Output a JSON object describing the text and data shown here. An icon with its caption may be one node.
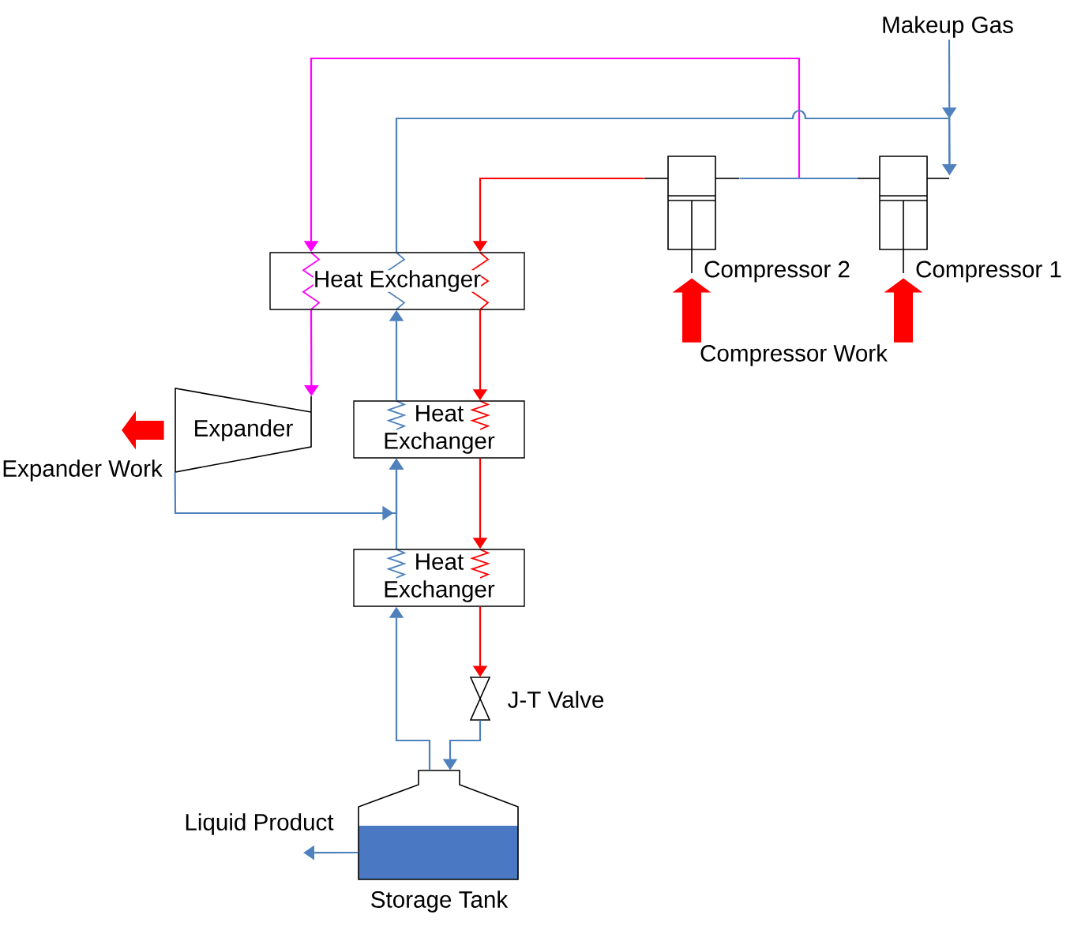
{
  "diagram": {
    "nodes": [
      {
        "text": [
          "Makeup Gas"
        ]
      },
      {
        "text": [],
        "shape": "piston",
        "beside": [
          "Compressor 2"
        ]
      },
      {
        "text": [],
        "shape": "piston",
        "beside": [
          "Compressor 1"
        ]
      },
      {
        "text": [
          "Heat Exchanger"
        ]
      },
      {
        "text": [
          "Compressor Work"
        ]
      },
      {
        "text": [
          "Expander"
        ]
      },
      {
        "text": [
          "Heat Exchanger"
        ]
      },
      {
        "text": [
          "Heat Exchanger"
        ]
      },
      {
        "text": [],
        "shape": "valve",
        "beside": [
          "J-T Valve"
        ]
      },
      {
        "text": [],
        "shape": "tank",
        "beside": [
          "Storage Tank"
        ]
      },
      {
        "text": [
          "Liquid Product"
        ]
      }
    ],
    "edges": [
      {
        "from": 2,
        "to": 3,
        "arrow": "to",
        "color": "#ff00ff"
      },
      {
        "from": 0,
        "to": 2,
        "arrow": "to"
      },
      {
        "from": 3,
        "to": 2,
        "arrow": "to"
      },
      {
        "from": 2,
        "to": 1,
        "arrow": "none"
      },
      {
        "from": 1,
        "to": 3,
        "arrow": "to",
        "color": "#ff0000"
      },
      {
        "from": 4,
        "to": 1,
        "arrow": "to",
        "style": "thick",
        "color": "#ff0000"
      },
      {
        "from": 4,
        "to": 2,
        "arrow": "to",
        "style": "thick",
        "color": "#ff0000"
      },
      {
        "from": 3,
        "to": 5,
        "arrow": "to",
        "color": "#ff00ff"
      },
      {
        "from": 6,
        "to": 3,
        "arrow": "to"
      },
      {
        "from": 3,
        "to": 6,
        "arrow": "to",
        "color": "#ff0000"
      },
      {
        "from": 5,
        "to": null,
        "arrow": "to",
        "style": "thick",
        "color": "#ff0000"
      },
      {
        "from": 5,
        "to": 6,
        "arrow": "to"
      },
      {
        "from": 7,
        "to": 6,
        "arrow": "to"
      },
      {
        "from": 6,
        "to": 7,
        "arrow": "to",
        "color": "#ff0000"
      },
      {
        "from": 7,
        "to": 8,
        "arrow": "to",
        "color": "#ff0000"
      },
      {
        "from": 9,
        "to": 7,
        "arrow": "to"
      },
      {
        "from": 8,
        "to": 9,
        "arrow": "to"
      },
      {
        "from": 9,
        "to": 10,
        "arrow": "to"
      }
    ],
    "labels": [
      "Expander Work"
    ]
  }
}
